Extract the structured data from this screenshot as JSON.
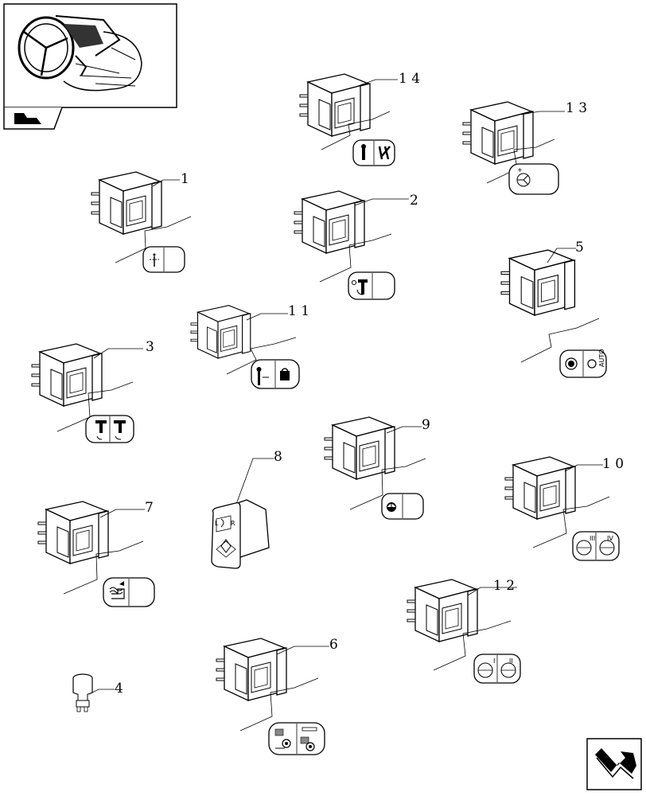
{
  "parts": [
    {
      "id": "p14",
      "label": "1 4",
      "rot": 0
    },
    {
      "id": "p13",
      "label": "1 3",
      "rot": 0
    },
    {
      "id": "p1",
      "label": "1",
      "rot": 0
    },
    {
      "id": "p2",
      "label": "2",
      "rot": 0
    },
    {
      "id": "p5",
      "label": "5",
      "rot": 0
    },
    {
      "id": "p11",
      "label": "1 1",
      "rot": 0
    },
    {
      "id": "p3",
      "label": "3",
      "rot": 0
    },
    {
      "id": "p9",
      "label": "9",
      "rot": 0
    },
    {
      "id": "p10",
      "label": "1 0",
      "rot": 0
    },
    {
      "id": "p7",
      "label": "7",
      "rot": 0
    },
    {
      "id": "p8",
      "label": "8",
      "rot": 0
    },
    {
      "id": "p12",
      "label": "1 2",
      "rot": 0
    },
    {
      "id": "p6",
      "label": "6",
      "rot": 0
    },
    {
      "id": "p4",
      "label": "4",
      "rot": 0
    }
  ],
  "icons": {
    "auto_text": "AUTO",
    "roman_3": "III",
    "roman_4": "IV",
    "roman_1": "I",
    "roman_2": "II"
  },
  "colors": {
    "line": "#000000",
    "background": "#ffffff",
    "lamp": "#dcdcdc"
  }
}
